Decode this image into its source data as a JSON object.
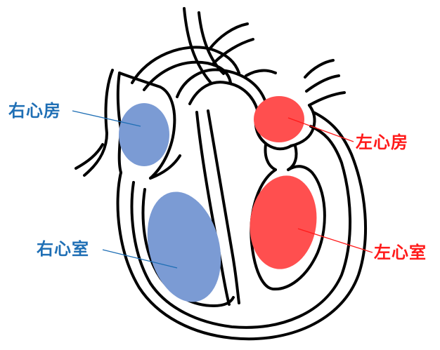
{
  "labels": {
    "right_atrium": "右心房",
    "right_ventricle": "右心室",
    "left_atrium": "左心房",
    "left_ventricle": "左心室"
  },
  "colors": {
    "right_side": "#7b9bd4",
    "left_side": "#ff4f4f",
    "right_text": "#1f6fb5",
    "left_text": "#ff1a1a",
    "outline": "#000000"
  }
}
